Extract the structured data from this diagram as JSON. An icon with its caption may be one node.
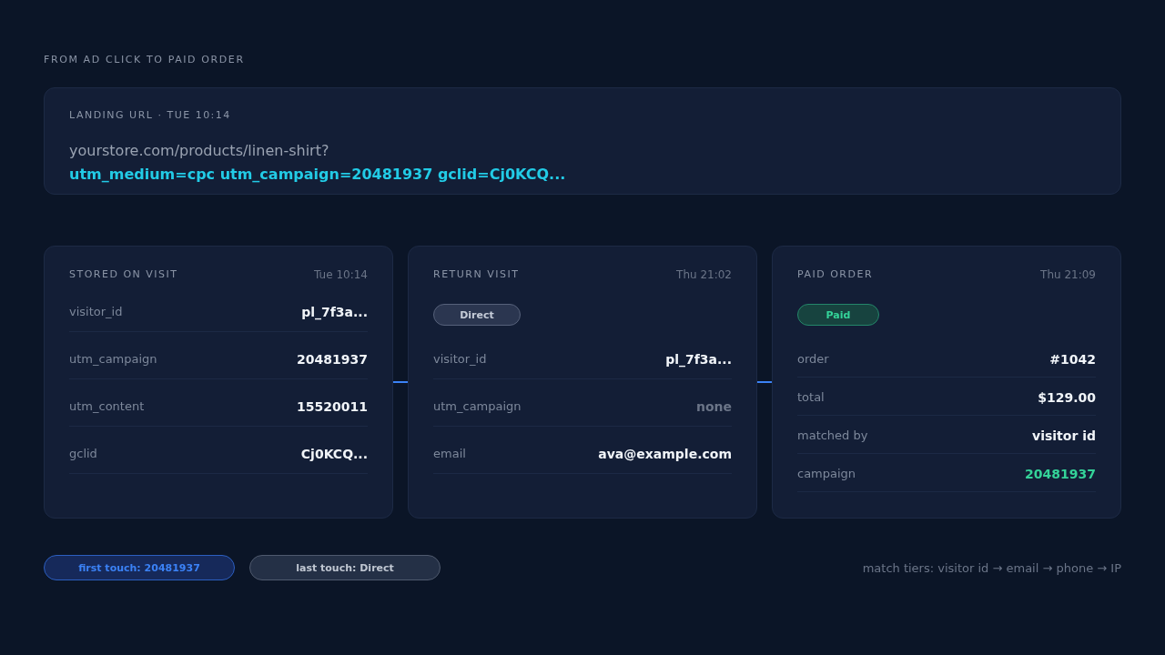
{
  "diagram": {
    "title": "FROM AD CLICK TO PAID ORDER",
    "nodes": [
      {
        "text": [
          "LANDING URL · TUE 10:14",
          "yourstore.com/products/linen-shirt?",
          "utm_medium=cpc utm_campaign=20481937 gclid=Cj0KCQ..."
        ]
      },
      {
        "text": [
          "STORED ON VISIT",
          "Tue 10:14",
          "visitor_id",
          "pl_7f3a...",
          "utm_campaign",
          "20481937",
          "utm_content",
          "15520011",
          "gclid",
          "Cj0KCQ..."
        ]
      },
      {
        "text": [
          "RETURN VISIT",
          "Thu 21:02",
          "visitor_id",
          "pl_7f3a...",
          "utm_campaign",
          "none",
          "email",
          "ava@example.com"
        ]
      },
      {
        "text": [
          "Direct"
        ],
        "in": 2
      },
      {
        "text": [
          "PAID ORDER",
          "Thu 21:09",
          "order",
          "#1042",
          "total",
          "$129.00",
          "matched by",
          "visitor id",
          "campaign",
          "20481937"
        ]
      },
      {
        "text": [
          "Paid"
        ],
        "in": 4
      },
      {
        "text": [
          "first touch: 20481937"
        ]
      },
      {
        "text": [
          "last touch: Direct"
        ]
      }
    ],
    "edges": [
      {
        "from": 1,
        "to": 2,
        "arrow": "none"
      },
      {
        "from": 2,
        "to": 4,
        "arrow": "none"
      }
    ],
    "labels": [
      "match tiers: visitor id → email → phone → IP"
    ]
  }
}
